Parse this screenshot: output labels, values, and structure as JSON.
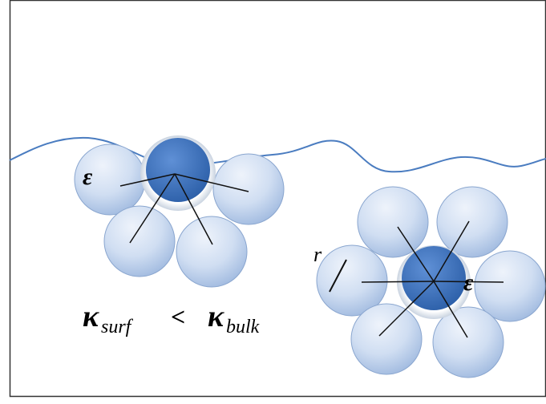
{
  "colors": {
    "frame": "#333333",
    "surface_line": "#4a7cc0",
    "solvent_fill_light": "#e9f0fa",
    "solvent_fill_dark": "#a9c1e4",
    "solvent_stroke": "#8aa6cf",
    "ion_fill_light": "#5d8ed4",
    "ion_fill_dark": "#2f63ad",
    "ion_shell": "#dde6f2",
    "bond": "#111111"
  },
  "labels": {
    "epsilon_surface": "ε",
    "epsilon_bulk": "ε",
    "radius": "r",
    "kappa_surf_symbol": "κ",
    "kappa_surf_sub": "surf",
    "comparator": "<",
    "kappa_bulk_symbol": "κ",
    "kappa_bulk_sub": "bulk"
  }
}
